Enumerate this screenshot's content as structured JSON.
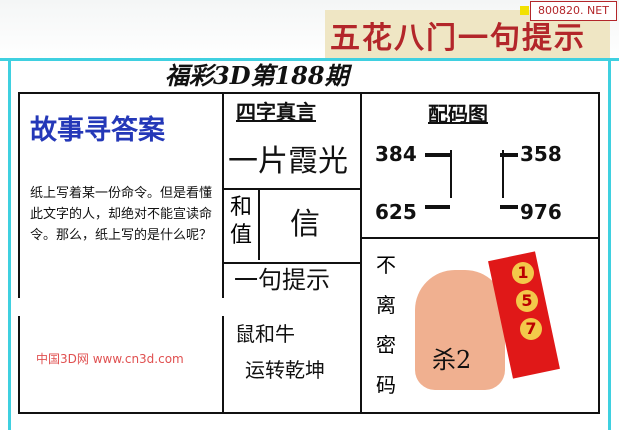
{
  "banner": {
    "title": "五花八门一句提示",
    "site": "800820. NET"
  },
  "issue_title": "福彩3D第188期",
  "story": {
    "heading": "故事寻答案",
    "text": "纸上写着某一份命令。但是看懂此文字的人，却绝对不能宣读命令。那么，纸上写的是什么呢？"
  },
  "four_words": {
    "heading": "四字真言",
    "phrase": "一片霞光"
  },
  "sum_value": {
    "label": "和值",
    "value": "信"
  },
  "hint": {
    "heading": "一句提示",
    "line1": "鼠和牛",
    "line2": "运转乾坤"
  },
  "code_map": {
    "heading": "配码图",
    "top_left": "384",
    "top_right": "358",
    "bottom_left": "625",
    "bottom_right": "976"
  },
  "secret": {
    "text": "不离密码",
    "kill": "杀2",
    "numbers": [
      "1",
      "5",
      "7"
    ]
  },
  "watermark": "中国3D网 www.cn3d.com"
}
